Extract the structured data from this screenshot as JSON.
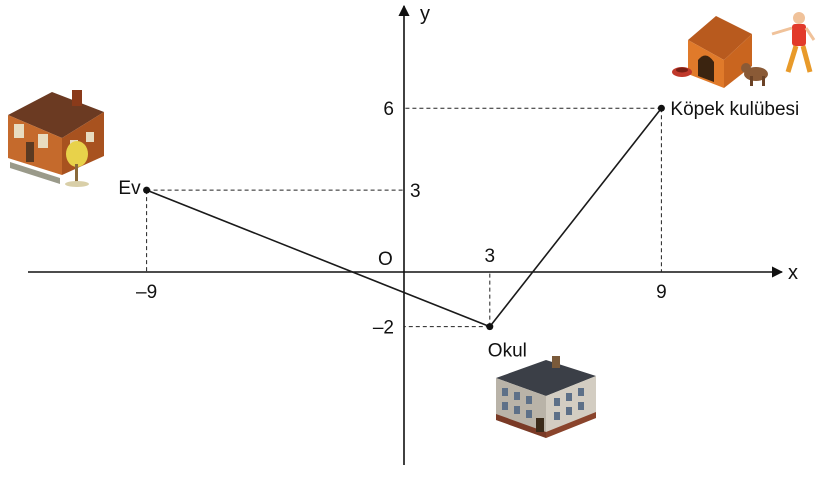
{
  "axes": {
    "x_label": "x",
    "y_label": "y",
    "origin_label": "O"
  },
  "ticks": {
    "x": [
      {
        "value": -9,
        "label": "–9"
      },
      {
        "value": 3,
        "label": "3"
      },
      {
        "value": 9,
        "label": "9"
      }
    ],
    "y": [
      {
        "value": 6,
        "label": "6"
      },
      {
        "value": 3,
        "label": "3"
      },
      {
        "value": -2,
        "label": "–2"
      }
    ]
  },
  "points": [
    {
      "id": "ev",
      "label": "Ev",
      "x": -9,
      "y": 3,
      "icon": "house-icon"
    },
    {
      "id": "okul",
      "label": "Okul",
      "x": 3,
      "y": -2,
      "icon": "school-building-icon"
    },
    {
      "id": "kopek",
      "label": "Köpek kulübesi",
      "x": 9,
      "y": 6,
      "icon": "doghouse-icon"
    }
  ],
  "path": [
    "ev",
    "okul",
    "kopek"
  ],
  "colors": {
    "line": "#1a1a1a",
    "roof_house": "#6b3a22",
    "wall_house": "#c56a2c",
    "doghouse": "#e07a2a",
    "school_roof": "#3b3f47",
    "school_wall": "#b9b3a8",
    "person_shirt": "#e23a2a"
  }
}
